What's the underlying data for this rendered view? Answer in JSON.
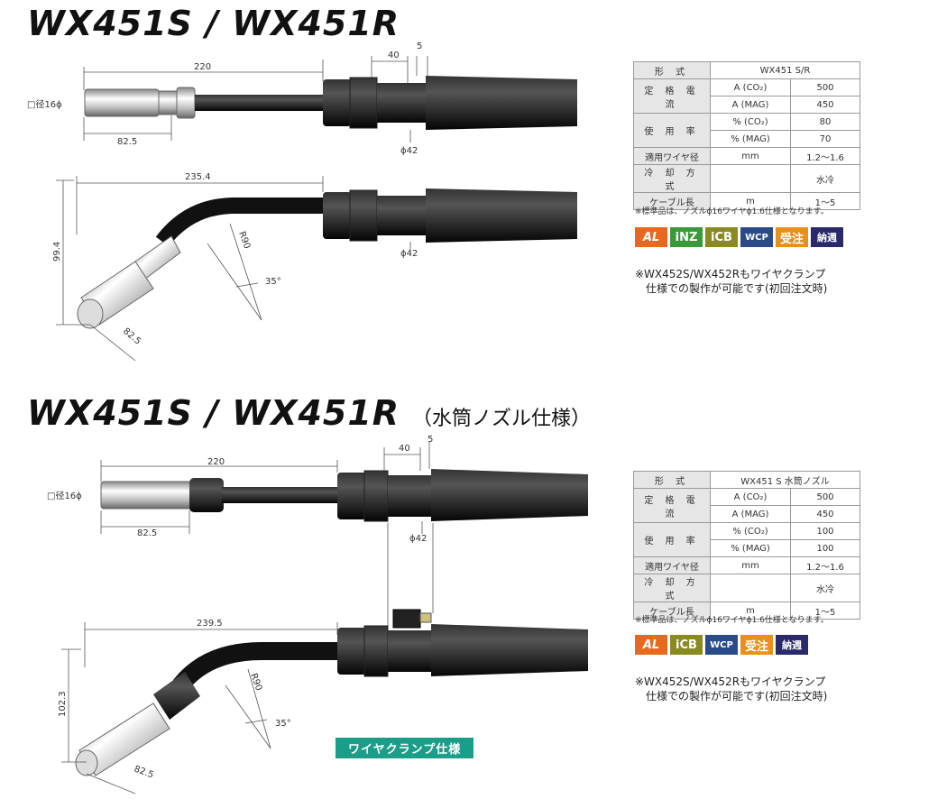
{
  "section1": {
    "title": "WX451S / WX451R",
    "dims": {
      "d220": "220",
      "d40": "40",
      "d5": "5",
      "nozzle": "□径16ϕ",
      "d825": "82.5",
      "phi42a": "ϕ42",
      "d2354": "235.4",
      "r90": "R90",
      "d994": "99.4",
      "ang35": "35°",
      "d825b": "82.5",
      "phi42b": "ϕ42"
    },
    "table": {
      "header_label": "形  式",
      "header_value": "WX451 S/R",
      "rated_label": "定 格 電 流",
      "rated_rows": [
        [
          "A (CO₂)",
          "500"
        ],
        [
          "A (MAG)",
          "450"
        ]
      ],
      "duty_label": "使  用  率",
      "duty_rows": [
        [
          "% (CO₂)",
          "80"
        ],
        [
          "% (MAG)",
          "70"
        ]
      ],
      "wire_label": "適用ワイヤ径",
      "wire_unit": "mm",
      "wire_value": "1.2～1.6",
      "cool_label": "冷 却 方 式",
      "cool_value": "水冷",
      "cable_label": "ケーブル長",
      "cable_unit": "m",
      "cable_value": "1～5"
    },
    "note": "※標準品は、ノズルϕ16ワイヤϕ1.6仕様となります。",
    "badges": [
      "AL",
      "iNZ",
      "iCB",
      "WCP",
      "受注",
      "納週"
    ],
    "note2_line1": "※WX452S/WX452Rもワイヤクランプ",
    "note2_line2": "仕様での製作が可能です(初回注文時)"
  },
  "section2": {
    "title": "WX451S / WX451R",
    "subtitle": "（水筒ノズル仕様）",
    "dims": {
      "d220": "220",
      "d40": "40",
      "d5": "5",
      "nozzle": "□径16ϕ",
      "d825": "82.5",
      "phi42": "ϕ42",
      "d2395": "239.5",
      "r90": "R90",
      "d1023": "102.3",
      "ang35": "35°",
      "d825b": "82.5"
    },
    "table": {
      "header_label": "形  式",
      "header_value": "WX451 S 水筒ノズル",
      "rated_label": "定 格 電 流",
      "rated_rows": [
        [
          "A (CO₂)",
          "500"
        ],
        [
          "A (MAG)",
          "450"
        ]
      ],
      "duty_label": "使  用  率",
      "duty_rows": [
        [
          "% (CO₂)",
          "100"
        ],
        [
          "% (MAG)",
          "100"
        ]
      ],
      "wire_label": "適用ワイヤ径",
      "wire_unit": "mm",
      "wire_value": "1.2～1.6",
      "cool_label": "冷 却 方 式",
      "cool_value": "水冷",
      "cable_label": "ケーブル長",
      "cable_unit": "m",
      "cable_value": "1～5"
    },
    "note": "※標準品は、ノズルϕ16ワイヤϕ1.6仕様となります。",
    "badges": [
      "AL",
      "iCB",
      "WCP",
      "受注",
      "納週"
    ],
    "note2_line1": "※WX452S/WX452Rもワイヤクランプ",
    "note2_line2": "仕様での製作が可能です(初回注文時)",
    "tag": "ワイヤクランプ仕様"
  }
}
